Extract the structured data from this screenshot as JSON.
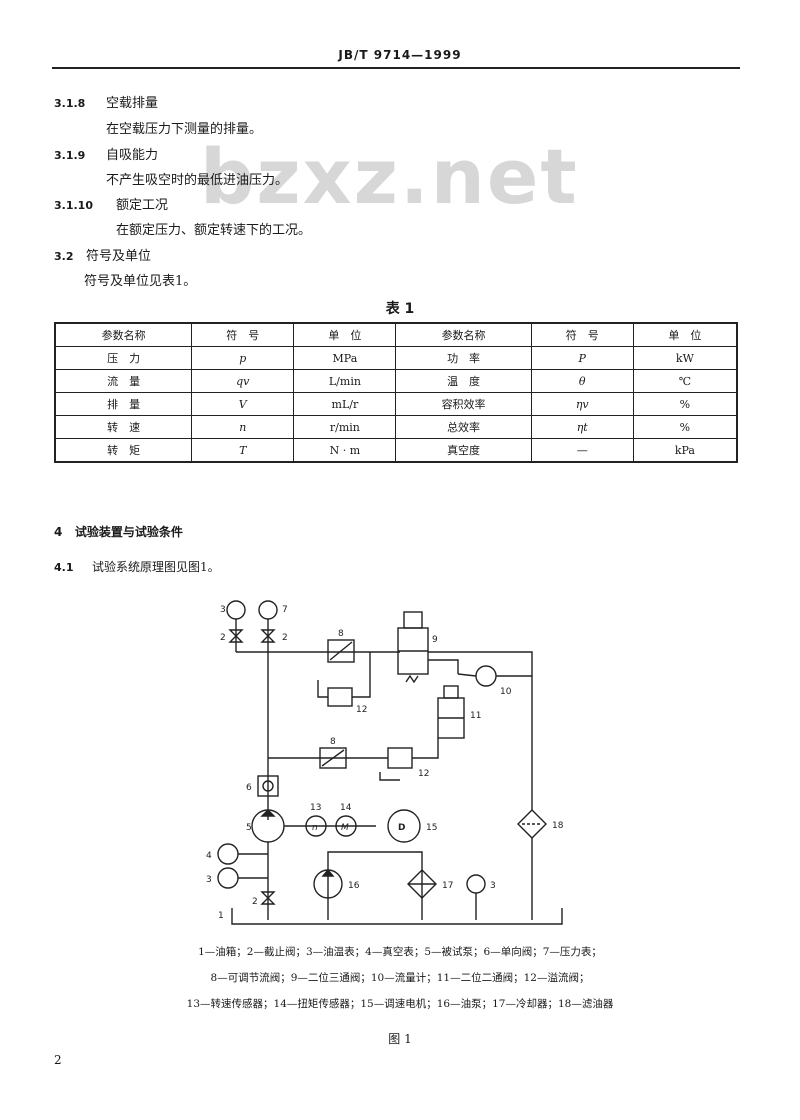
{
  "header": "JB/T 9714—1999",
  "watermark": "bzxz.net",
  "items": [
    {
      "num": "3.1.8",
      "title": "空载排量",
      "desc": "在空载压力下测量的排量。"
    },
    {
      "num": "3.1.9",
      "title": "自吸能力",
      "desc": "不产生吸空时的最低进油压力。"
    },
    {
      "num": "3.1.10",
      "title": "额定工况",
      "desc": "在额定压力、额定转速下的工况。"
    }
  ],
  "sec32": {
    "num": "3.2",
    "title": "符号及单位",
    "desc": "符号及单位见表1。"
  },
  "table": {
    "caption": "表 1",
    "headers": [
      "参数名称",
      "符　号",
      "单　位",
      "参数名称",
      "符　号",
      "单　位"
    ],
    "rows": [
      [
        "压　力",
        "p",
        "MPa",
        "功　率",
        "P",
        "kW"
      ],
      [
        "流　量",
        "qv",
        "L/min",
        "温　度",
        "θ",
        "℃"
      ],
      [
        "排　量",
        "V",
        "mL/r",
        "容积效率",
        "ηv",
        "%"
      ],
      [
        "转　速",
        "n",
        "r/min",
        "总效率",
        "ηt",
        "%"
      ],
      [
        "转　矩",
        "T",
        "N · m",
        "真空度",
        "—",
        "kPa"
      ]
    ]
  },
  "sec4": {
    "num": "4",
    "title": "试验装置与试验条件"
  },
  "sec41": {
    "num": "4.1",
    "desc": "试验系统原理图见图1。"
  },
  "diagram_labels": {
    "l1": "1",
    "l2": "2",
    "l3": "3",
    "l4": "4",
    "l5": "5",
    "l6": "6",
    "l7": "7",
    "l8": "8",
    "l9": "9",
    "l10": "10",
    "l11": "11",
    "l12": "12",
    "l13": "13",
    "l14": "14",
    "l15": "15",
    "l16": "16",
    "l17": "17",
    "l18": "18",
    "sym_n": "n",
    "sym_M": "M",
    "sym_D": "D"
  },
  "legend": [
    "1—油箱；2—截止阀；3—油温表；4—真空表；5—被试泵；6—单向阀；7—压力表；",
    "8—可调节流阀；9—二位三通阀；10—流量计；11—二位二通阀；12—溢流阀；",
    "13—转速传感器；14—扭矩传感器；15—调速电机；16—油泵；17—冷却器；18—滤油器"
  ],
  "figure_caption": "图 1",
  "page_number": "2"
}
